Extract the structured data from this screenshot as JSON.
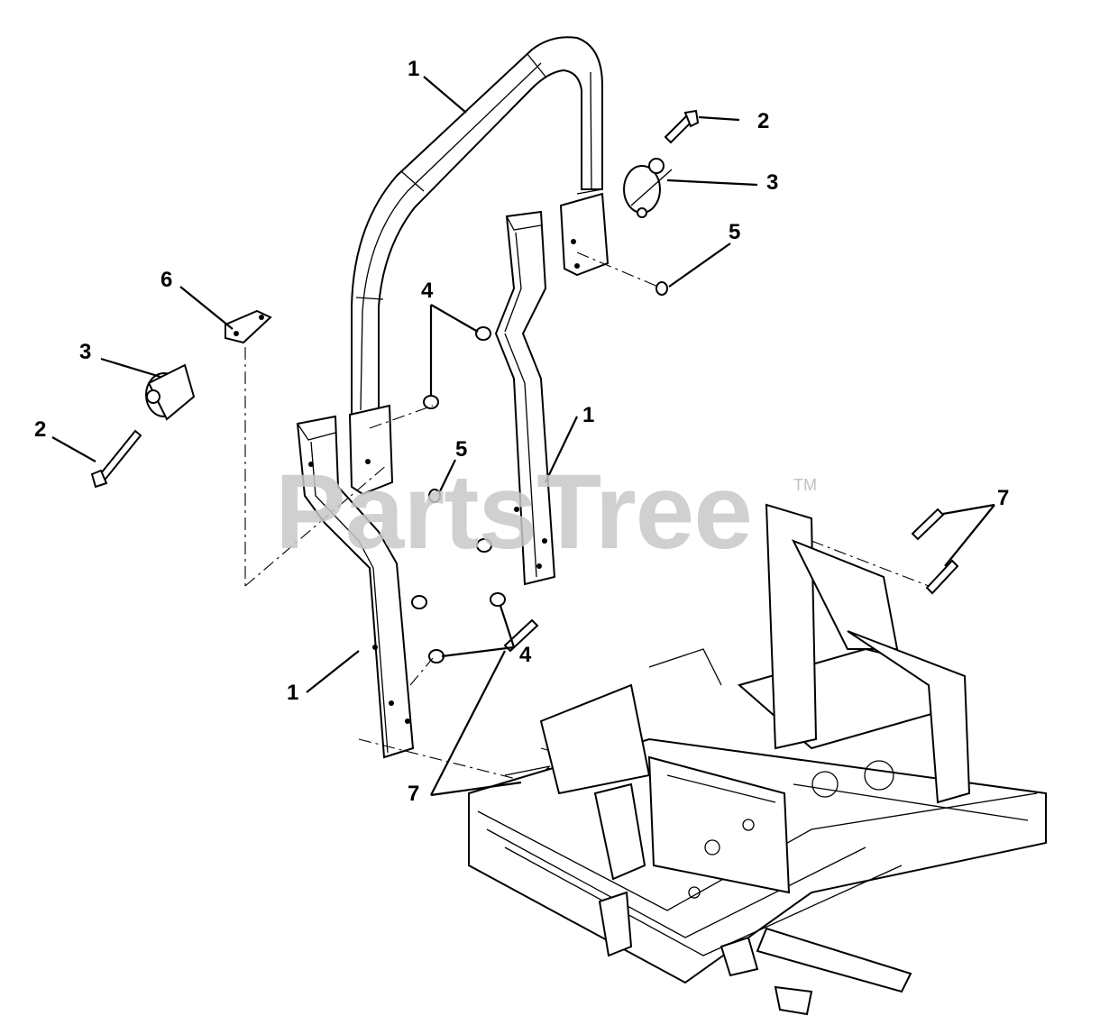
{
  "watermark": {
    "text": "PartsTree",
    "trademark": "TM"
  },
  "callouts": [
    {
      "id": "c1a",
      "label": "1"
    },
    {
      "id": "c1b",
      "label": "1"
    },
    {
      "id": "c1c",
      "label": "1"
    },
    {
      "id": "c2a",
      "label": "2"
    },
    {
      "id": "c2b",
      "label": "2"
    },
    {
      "id": "c3a",
      "label": "3"
    },
    {
      "id": "c3b",
      "label": "3"
    },
    {
      "id": "c4a",
      "label": "4"
    },
    {
      "id": "c4b",
      "label": "4"
    },
    {
      "id": "c5a",
      "label": "5"
    },
    {
      "id": "c5b",
      "label": "5"
    },
    {
      "id": "c6",
      "label": "6"
    },
    {
      "id": "c7a",
      "label": "7"
    },
    {
      "id": "c7b",
      "label": "7"
    }
  ]
}
